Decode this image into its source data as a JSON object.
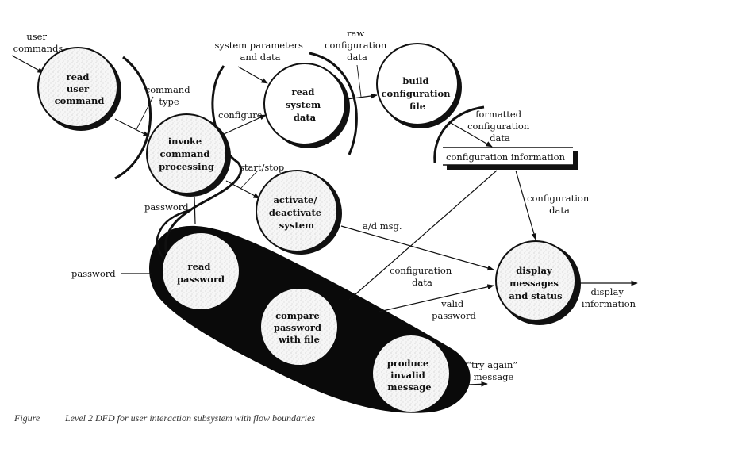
{
  "processes": {
    "read_user_command": [
      "read",
      "user",
      "command"
    ],
    "invoke_command_processing": [
      "invoke",
      "command",
      "processing"
    ],
    "read_system_data": [
      "read",
      "system",
      "data"
    ],
    "build_configuration_file": [
      "build",
      "configuration",
      "file"
    ],
    "activate_deactivate_system": [
      "activate/",
      "deactivate",
      "system"
    ],
    "read_password": [
      "read",
      "password"
    ],
    "compare_password_with_file": [
      "compare",
      "password",
      "with file"
    ],
    "produce_invalid_message": [
      "produce",
      "invalid",
      "message"
    ],
    "display_messages_and_status": [
      "display",
      "messages",
      "and status"
    ]
  },
  "data_store": "configuration information",
  "flows": {
    "user_commands": [
      "user",
      "commands"
    ],
    "command_type": [
      "command",
      "type"
    ],
    "system_parameters": [
      "system parameters",
      "and data"
    ],
    "configure": "configure",
    "raw_configuration_data": [
      "raw",
      "configuration",
      "data"
    ],
    "formatted_configuration_data": [
      "formatted",
      "configuration",
      "data"
    ],
    "start_stop": "start/stop",
    "password_internal": "password",
    "password_external": "password",
    "ad_msg": "a/d msg.",
    "configuration_data_right": [
      "configuration",
      "data"
    ],
    "configuration_data_mid": [
      "configuration",
      "data"
    ],
    "valid_password": [
      "valid",
      "password"
    ],
    "display_information": [
      "display",
      "information"
    ],
    "try_again_message": [
      "“try again”",
      "message"
    ]
  },
  "caption": {
    "label": "Figure",
    "text": "Level 2 DFD for user interaction subsystem with flow boundaries"
  }
}
